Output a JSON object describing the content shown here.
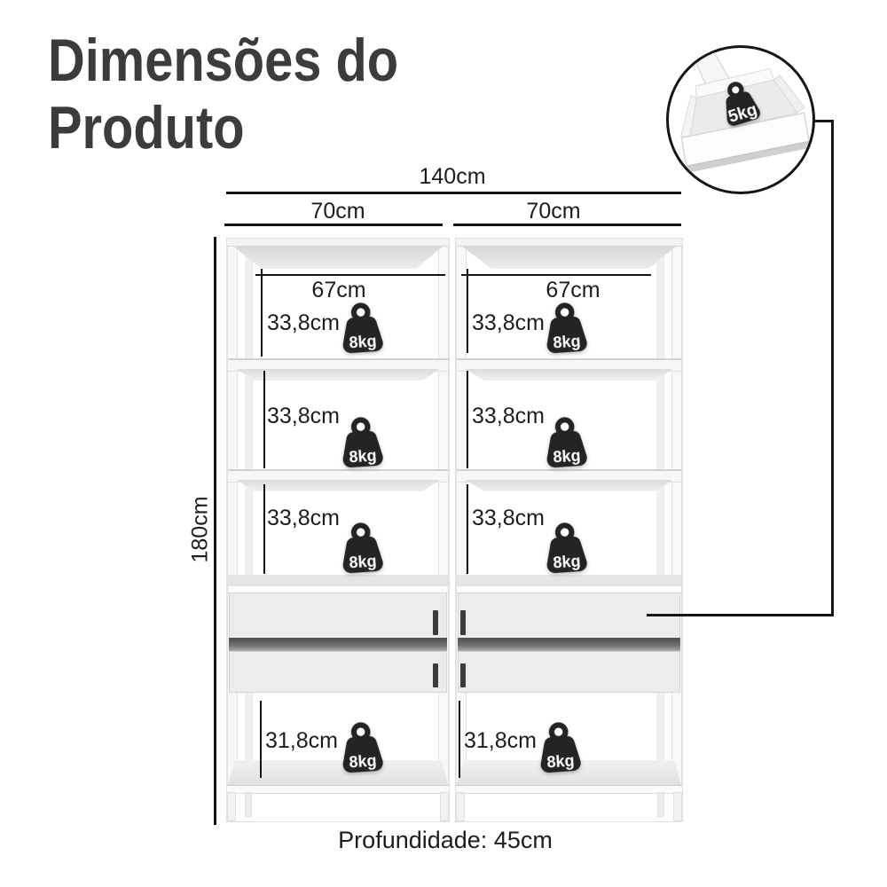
{
  "title": {
    "line1": "Dimensões do",
    "line2": "Produto"
  },
  "dims": {
    "total_width": "140cm",
    "left_width": "70cm",
    "right_width": "70cm",
    "height": "180cm",
    "depth": "Profundidade: 45cm"
  },
  "callout": {
    "capacity": "5kg"
  },
  "units": [
    {
      "name": "left",
      "inner_width": "67cm",
      "rows": [
        {
          "height": "33,8cm",
          "capacity": "8kg"
        },
        {
          "height": "33,8cm",
          "capacity": "8kg"
        },
        {
          "height": "33,8cm",
          "capacity": "8kg"
        },
        {
          "height": "31,8cm",
          "capacity": "8kg"
        }
      ]
    },
    {
      "name": "right",
      "inner_width": "67cm",
      "rows": [
        {
          "height": "33,8cm",
          "capacity": "8kg"
        },
        {
          "height": "33,8cm",
          "capacity": "8kg"
        },
        {
          "height": "33,8cm",
          "capacity": "8kg"
        },
        {
          "height": "31,8cm",
          "capacity": "8kg"
        }
      ]
    }
  ],
  "colors": {
    "line": "#141414",
    "text": "#1d1d1d",
    "title": "#3c3c3c",
    "weight_icon": "#242424",
    "furniture_edge": "#e0e0e0"
  }
}
